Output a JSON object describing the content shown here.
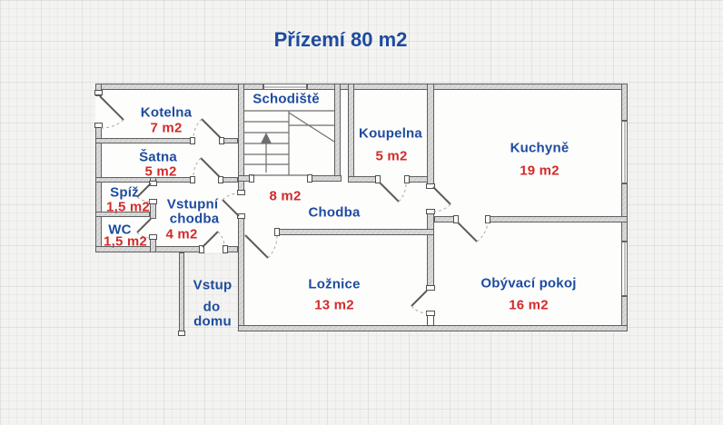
{
  "title": "Přízemí 80 m2",
  "colors": {
    "label_blue": "#1d4b9e",
    "area_red": "#d32a2a",
    "wall_fill": "#d9d9d9",
    "wall_edge": "#5f5f5f",
    "background": "#f3f3f1"
  },
  "rooms": {
    "kotelna": {
      "name": "Kotelna",
      "area": "7 m2"
    },
    "satna": {
      "name": "Šatna",
      "area": "5 m2"
    },
    "spiz": {
      "name": "Spíž",
      "area": "1,5 m2"
    },
    "wc": {
      "name": "WC",
      "area": "1,5 m2"
    },
    "vstupni_chodba": {
      "name_line1": "Vstupní",
      "name_line2": "chodba",
      "area": "4 m2"
    },
    "schodiste": {
      "name": "Schodiště"
    },
    "chodba": {
      "name": "Chodba",
      "area": "8 m2"
    },
    "koupelna": {
      "name": "Koupelna",
      "area": "5 m2"
    },
    "kuchyne": {
      "name": "Kuchyně",
      "area": "19 m2"
    },
    "loznice": {
      "name": "Ložnice",
      "area": "13 m2"
    },
    "obyvaci_pokoj": {
      "name": "Obývací pokoj",
      "area": "16 m2"
    },
    "vstup_do_domu": {
      "line1": "Vstup",
      "line2": "do",
      "line3": "domu"
    }
  }
}
